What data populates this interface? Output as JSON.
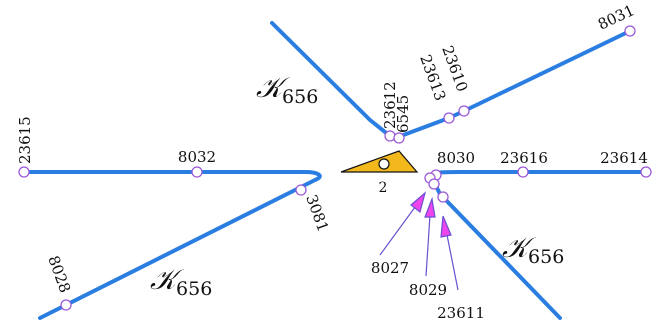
{
  "colors": {
    "line": "#2a7de1",
    "node_stroke": "#9b59d6",
    "node_fill": "#ffffff",
    "triangle_fill": "#f2b81c",
    "triangle_stroke": "#111111",
    "arrow": "#ee44ee"
  },
  "triangle": {
    "label": "2"
  },
  "region_labels": [
    {
      "symbol": "𝒦",
      "sub": "656"
    },
    {
      "symbol": "𝒦",
      "sub": "656"
    },
    {
      "symbol": "𝒦",
      "sub": "656"
    }
  ],
  "nodes": [
    {
      "id": "23615"
    },
    {
      "id": "8032"
    },
    {
      "id": "3081"
    },
    {
      "id": "8028"
    },
    {
      "id": "23612"
    },
    {
      "id": "6545"
    },
    {
      "id": "23613"
    },
    {
      "id": "23610"
    },
    {
      "id": "8031"
    },
    {
      "id": "8030"
    },
    {
      "id": "23616"
    },
    {
      "id": "23614"
    },
    {
      "id": "8027"
    },
    {
      "id": "8029"
    },
    {
      "id": "23611"
    }
  ]
}
